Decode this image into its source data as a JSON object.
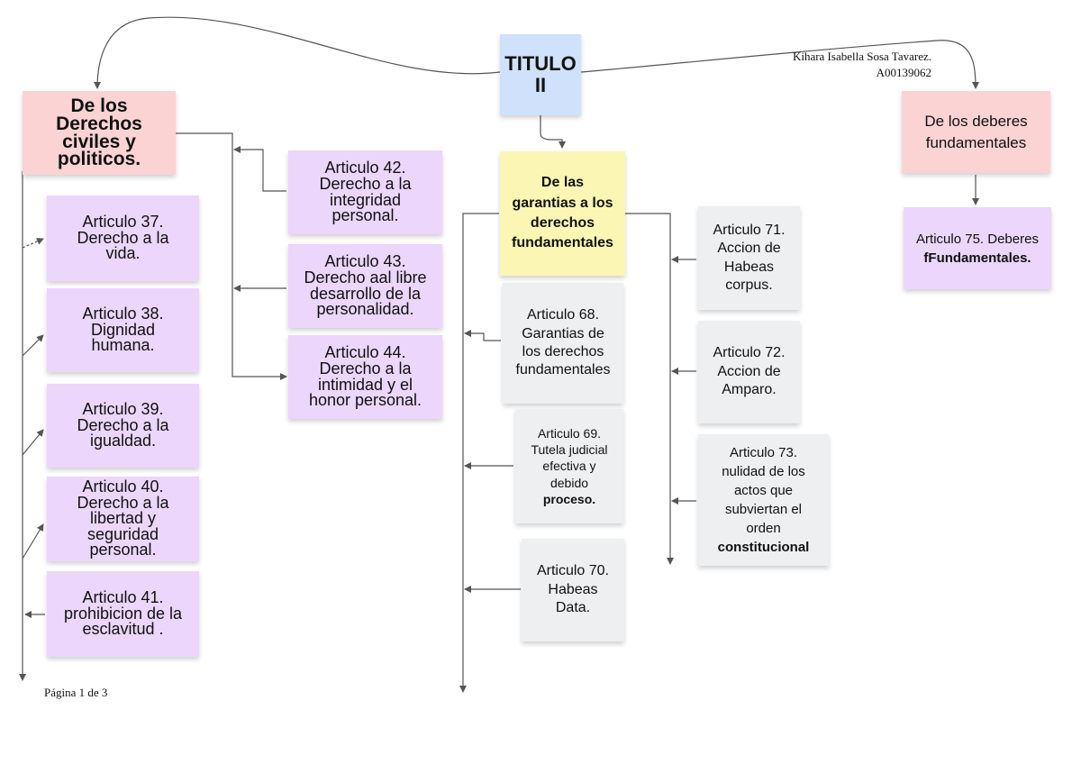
{
  "author": {
    "name": "Kihara Isabella Sosa Tavarez.",
    "id": "A00139062"
  },
  "titulo": {
    "line1": "TITULO",
    "line2": "II"
  },
  "left_branch": {
    "heading": [
      "De los",
      "Derechos",
      "civiles y",
      "politicos."
    ],
    "articles_col1": [
      [
        "Articulo 37.",
        "Derecho a la",
        "vida."
      ],
      [
        "Articulo 38.",
        "Dignidad",
        "humana."
      ],
      [
        "Articulo 39.",
        "Derecho a la",
        "igualdad."
      ],
      [
        "Articulo 40.",
        "Derecho a la",
        "libertad y",
        "seguridad",
        "personal."
      ],
      [
        "Articulo 41.",
        "prohibicion de la",
        "esclavitud ."
      ]
    ],
    "articles_col2": [
      [
        "Articulo 42.",
        "Derecho a la",
        "integridad",
        "personal."
      ],
      [
        "Articulo 43.",
        "Derecho aal libre",
        "desarrollo de la",
        "personalidad."
      ],
      [
        "Articulo 44.",
        "Derecho a la",
        "intimidad y el",
        "honor personal."
      ]
    ]
  },
  "center_branch": {
    "heading": [
      "De las",
      "garantias a los",
      "derechos",
      "fundamentales"
    ],
    "articles_col1": [
      [
        "Articulo 68.",
        "Garantias de",
        "los derechos",
        "fundamentales"
      ],
      [
        "Articulo 69.",
        "Tutela judicial",
        "efectiva y",
        "debido",
        "proceso."
      ],
      [
        "Articulo 70.",
        "Habeas",
        "Data."
      ]
    ],
    "articles_col2": [
      [
        "Articulo 71.",
        "Accion de",
        "Habeas",
        "corpus."
      ],
      [
        "Articulo 72.",
        "Accion de",
        "Amparo."
      ],
      [
        "Articulo 73.",
        "nulidad de los",
        "actos que",
        "subviertan el",
        "orden",
        "constitucional"
      ]
    ]
  },
  "right_branch": {
    "heading": [
      "De los deberes",
      "fundamentales"
    ],
    "article": [
      "Articulo 75. Deberes",
      "fFundamentales."
    ]
  },
  "footer": "Página 1 de 3"
}
